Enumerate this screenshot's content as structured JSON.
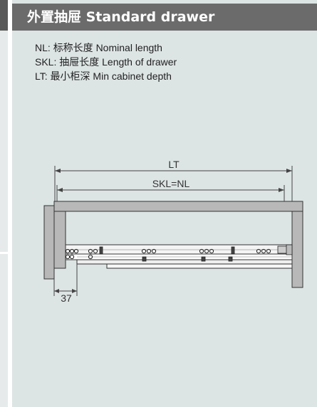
{
  "header": {
    "title": "外置抽屉  Standard drawer"
  },
  "legend": [
    {
      "abbr": "NL",
      "sep": ":",
      "text": "标称长度 Nominal length"
    },
    {
      "abbr": "SKL",
      "sep": ":",
      "text": "抽屉长度 Length of drawer"
    },
    {
      "abbr": "LT",
      "sep": ":",
      "text": "最小柜深  Min cabinet depth"
    }
  ],
  "dimensions": {
    "lt_label": "LT",
    "skl_label": "SKL=NL",
    "offset_label": "37"
  },
  "colors": {
    "header_bg": "#6b6b6b",
    "panel_bg": "#dde4e4",
    "cabinet_fill": "#b8b8b8"
  }
}
